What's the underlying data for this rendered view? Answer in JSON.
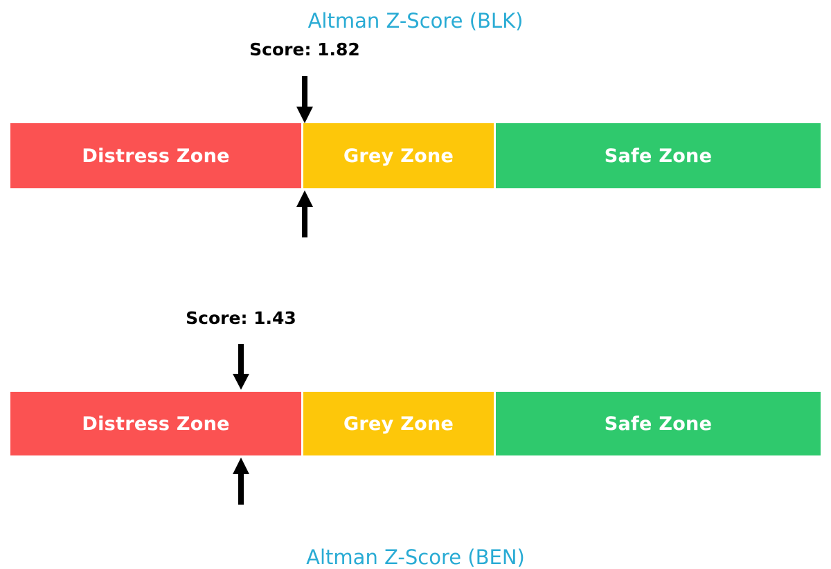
{
  "figure": {
    "background": "#ffffff",
    "title_color": "#29abd4",
    "score_color": "#000000",
    "arrow_color": "#000000"
  },
  "charts": [
    {
      "title": "Altman Z-Score (BLK)",
      "score_label": "Score: 1.82",
      "score_value": 1.82,
      "ticker": "BLK",
      "zones": [
        {
          "label": "Distress Zone",
          "color": "#fb5252"
        },
        {
          "label": "Grey Zone",
          "color": "#fdc70a"
        },
        {
          "label": "Safe Zone",
          "color": "#2fc96d"
        }
      ],
      "marker_down_icon": "down-arrow-icon",
      "marker_up_icon": "up-arrow-icon"
    },
    {
      "title": "Altman Z-Score (BEN)",
      "score_label": "Score: 1.43",
      "score_value": 1.43,
      "ticker": "BEN",
      "zones": [
        {
          "label": "Distress Zone",
          "color": "#fb5252"
        },
        {
          "label": "Grey Zone",
          "color": "#fdc70a"
        },
        {
          "label": "Safe Zone",
          "color": "#2fc96d"
        }
      ],
      "marker_down_icon": "down-arrow-icon",
      "marker_up_icon": "up-arrow-icon"
    }
  ],
  "chart_data": {
    "type": "bar",
    "orientation": "horizontal-stacked",
    "title": "Altman Z-Score zone gauges",
    "xlabel": "",
    "ylabel": "",
    "xlim": [
      0,
      4.0
    ],
    "grid": false,
    "legend": "none",
    "categories": [
      "Distress Zone",
      "Grey Zone",
      "Safe Zone"
    ],
    "zone_colors": [
      "#fb5252",
      "#fdc70a",
      "#2fc96d"
    ],
    "zone_ranges": [
      [
        0,
        1.81
      ],
      [
        1.81,
        2.99
      ],
      [
        2.99,
        4.0
      ]
    ],
    "zone_widths_pct": [
      36.1,
      23.6,
      40.3
    ],
    "series": [
      {
        "name": "Altman Z-Score (BLK)",
        "score": 1.82,
        "score_label": "Score: 1.82",
        "marker_position_pct": 36.2,
        "zone": "Distress Zone"
      },
      {
        "name": "Altman Z-Score (BEN)",
        "score": 1.43,
        "score_label": "Score: 1.43",
        "marker_position_pct": 28.5,
        "zone": "Distress Zone"
      }
    ],
    "annotations": [
      "Score: 1.82",
      "Score: 1.43"
    ]
  }
}
